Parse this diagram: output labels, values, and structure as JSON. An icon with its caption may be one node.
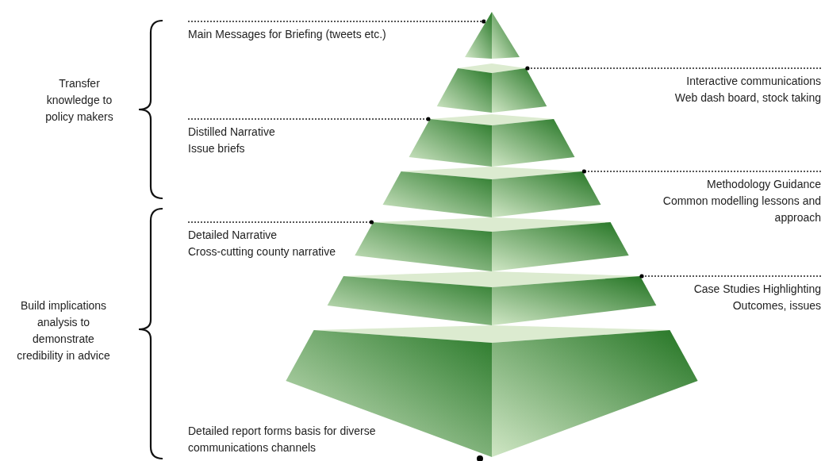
{
  "diagram": {
    "nodes": [
      {
        "text": [],
        "shape": "triangle"
      },
      {
        "text": [],
        "shape": "trapezoid"
      },
      {
        "text": [],
        "shape": "trapezoid"
      },
      {
        "text": [],
        "shape": "trapezoid"
      },
      {
        "text": [],
        "shape": "trapezoid"
      },
      {
        "text": [],
        "shape": "trapezoid"
      },
      {
        "text": [],
        "shape": "trapezoid"
      },
      {
        "text": [
          "Main Messages for Briefing (tweets etc.)"
        ]
      },
      {
        "text": [
          "Interactive communications",
          "Web dash board, stock taking"
        ]
      },
      {
        "text": [
          "Distilled Narrative",
          "Issue briefs"
        ]
      },
      {
        "text": [
          "Methodology Guidance",
          "Common modelling lessons and approach"
        ]
      },
      {
        "text": [
          "Detailed Narrative",
          "Cross-cutting county narrative"
        ]
      },
      {
        "text": [
          "Case Studies Highlighting",
          "Outcomes, issues"
        ]
      }
    ],
    "edges": [
      {
        "from": 7,
        "to": 0,
        "arrow": "other",
        "style": "dashed"
      },
      {
        "from": 8,
        "to": 1,
        "arrow": "other",
        "style": "dashed"
      },
      {
        "from": 9,
        "to": 2,
        "arrow": "other",
        "style": "dashed"
      },
      {
        "from": 10,
        "to": 3,
        "arrow": "other",
        "style": "dashed"
      },
      {
        "from": 11,
        "to": 4,
        "arrow": "other",
        "style": "dashed"
      },
      {
        "from": 12,
        "to": 5,
        "arrow": "other",
        "style": "dashed"
      }
    ],
    "labels": [
      "Transfer knowledge to policy makers",
      "Build implications analysis to demonstrate credibility in advice",
      "Detailed report forms basis for diverse communications channels"
    ]
  }
}
